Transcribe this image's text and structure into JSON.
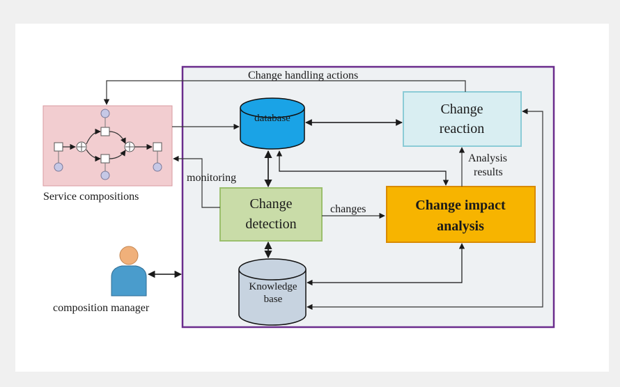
{
  "diagram": {
    "top_label": "Change handling actions",
    "service_compositions": "Service compositions",
    "composition_manager": "composition manager",
    "database": "database",
    "knowledge_base": [
      "Knowledge",
      "base"
    ],
    "change_reaction": [
      "Change",
      "reaction"
    ],
    "change_detection": [
      "Change",
      "detection"
    ],
    "change_impact": [
      "Change impact",
      "analysis"
    ],
    "monitoring": "monitoring",
    "changes": "changes",
    "analysis_results": [
      "Analysis",
      "results"
    ]
  },
  "colors": {
    "frame": "#6a2c8c",
    "panel": "#eef1f3",
    "service_bg": "#f2cdd0",
    "reaction_bg": "#d9eef2",
    "detection_bg": "#c9dca8",
    "impact_bg": "#f7b400",
    "database_fill": "#1aa3e6",
    "kb_fill": "#c7d3e0"
  }
}
